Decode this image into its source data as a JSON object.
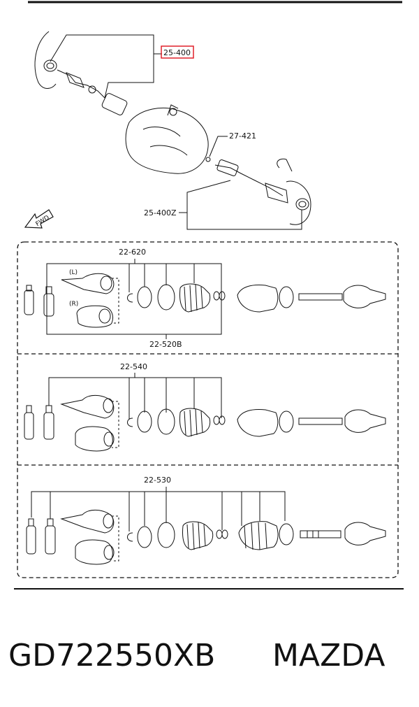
{
  "labels": {
    "callout_top": "25-400",
    "callout_right_joint": "27-421",
    "callout_bottom_shaft": "25-400Z",
    "fwd": "FWD",
    "panel1_top": "22-620",
    "panel1_bottom": "22-520B",
    "panel1_left_tag": "(L)",
    "panel1_right_tag": "(R)",
    "panel2_top": "22-540",
    "panel3_top": "22-530"
  },
  "part_number": "GD722550XB",
  "brand": "MAZDA",
  "colors": {
    "line": "#111111",
    "highlight": "#e0202a",
    "background": "#ffffff"
  }
}
